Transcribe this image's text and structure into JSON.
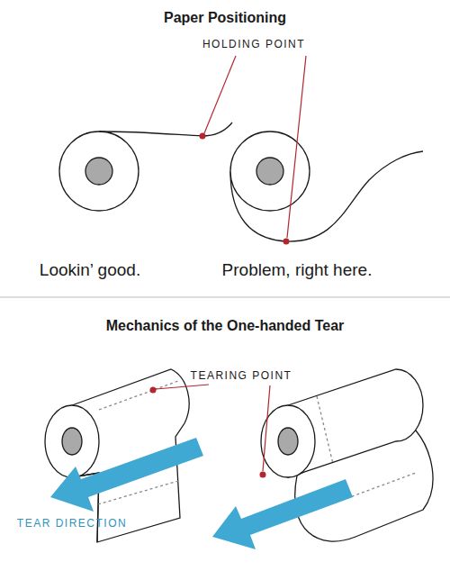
{
  "diagram": {
    "title": "Paper Positioning",
    "labels": [
      "HOLDING POINT",
      "Lookin’ good.",
      "Problem, right here.",
      "Mechanics of the One-handed Tear",
      "TEARING POINT",
      "TEAR DIRECTION"
    ]
  }
}
